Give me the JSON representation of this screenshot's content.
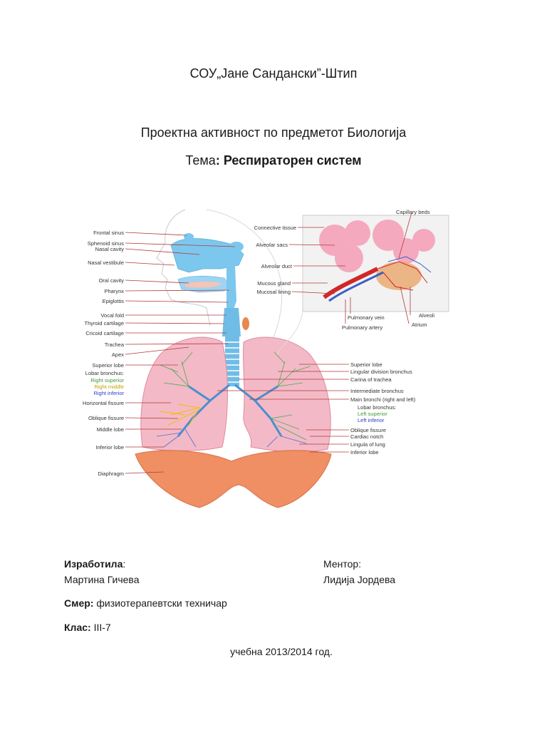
{
  "header": {
    "school": "СОУ„Јане Сандански”-Штип",
    "project": "Проектна активност по предметот Биологија",
    "topic_prefix": "Тема",
    "topic_colon": ":",
    "topic_title": "Респираторен систем"
  },
  "figure": {
    "labels_left": [
      "Frontal sinus",
      "Sphenoid sinus",
      "Nasal cavity",
      "Nasal vestibule",
      "Oral cavity",
      "Pharynx",
      "Epiglottis",
      "Vocal fold",
      "Thyroid cartilage",
      "Cricoid cartilage",
      "Trachea",
      "Apex",
      "Superior lobe",
      "Lobar bronchus:",
      "Right superior",
      "Right middle",
      "Right inferior",
      "Horizontal fissure",
      "Oblique fissure",
      "Middle lobe",
      "Inferior lobe",
      "Diaphragm"
    ],
    "labels_right": [
      "Superior lobe",
      "Lingular division bronchus",
      "Carina of trachea",
      "Intermediate bronchus",
      "Main bronchi (right and left)",
      "Lobar bronchus:",
      "Left superior",
      "Left inferior",
      "Oblique fissure",
      "Cardiac notch",
      "Lingula of lung",
      "Inferior lobe"
    ],
    "labels_inset": [
      "Capillary beds",
      "Connective tissue",
      "Alveolar sacs",
      "Alveolar duct",
      "Mucous gland",
      "Mucosal lining",
      "Pulmonary vein",
      "Pulmonary artery",
      "Alveoli",
      "Atrium"
    ]
  },
  "info": {
    "made_label": "Изработила",
    "made_colon": ":",
    "made_value": "Мартина Гичева",
    "mentor_label": "Ментор:",
    "mentor_value": "Лидија Јордева",
    "smer_label": "Смер:",
    "smer_value": " физиотерапевтски техничар",
    "klas_label": "Клас:",
    "klas_value": " III-7",
    "year": "учебна 2013/2014 год."
  }
}
